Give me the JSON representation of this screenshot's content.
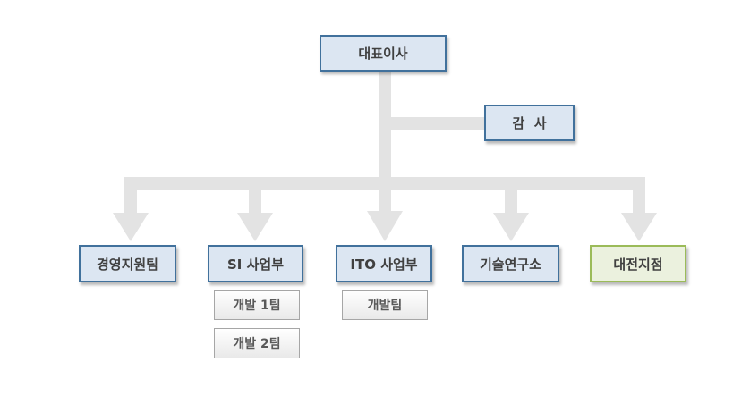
{
  "ceo": "대표이사",
  "auditor": "감  사",
  "departments": [
    {
      "label": "경영지원팀",
      "teams": []
    },
    {
      "label": "SI 사업부",
      "teams": [
        "개발 1팀",
        "개발 2팀"
      ]
    },
    {
      "label": "ITO 사업부",
      "teams": [
        "개발팀"
      ]
    },
    {
      "label": "기술연구소",
      "teams": []
    },
    {
      "label": "대전지점",
      "teams": []
    }
  ],
  "colors": {
    "connector": "#e3e3e3",
    "box_fill": "#dce6f2",
    "box_border": "#41719c",
    "branch_fill": "#ebf1de",
    "branch_border": "#9bbb59",
    "team_border": "#a6a6a6",
    "text": "#404040"
  }
}
